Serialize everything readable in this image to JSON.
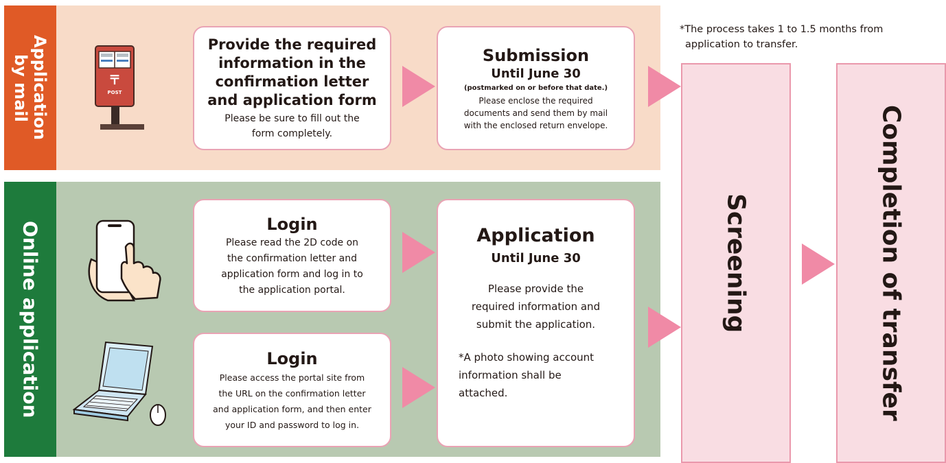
{
  "note": {
    "line1": "*The process takes 1 to 1.5 months from",
    "line2": "application to transfer."
  },
  "mail": {
    "label_line1": "Application",
    "label_line2": "by mail",
    "step1": {
      "title_line1": "Provide the required",
      "title_line2": "information in the",
      "title_line3": "confirmation letter",
      "title_line4": "and application form",
      "body_line1": "Please be sure to fill out the",
      "body_line2": "form completely."
    },
    "step2": {
      "title": "Submission",
      "deadline": "Until June 30",
      "note": "(postmarked on or before that date.)",
      "body_line1": "Please enclose the required",
      "body_line2": "documents and send them by mail",
      "body_line3": "with the enclosed return envelope."
    }
  },
  "online": {
    "label": "Online application",
    "login_phone": {
      "title": "Login",
      "body_line1": "Please read the 2D code on",
      "body_line2": "the confirmation letter and",
      "body_line3": "application form and log in to",
      "body_line4": "the application portal."
    },
    "login_pc": {
      "title": "Login",
      "body_line1": "Please access the portal site from",
      "body_line2": "the URL on the confirmation letter",
      "body_line3": "and application form, and then enter",
      "body_line4": "your ID and password to log in."
    },
    "application": {
      "title": "Application",
      "deadline": "Until June 30",
      "body_line1": "Please provide the",
      "body_line2": "required information and",
      "body_line3": "submit the application.",
      "note_line1": "*A photo showing account",
      "note_line2": "information shall be",
      "note_line3": "attached."
    }
  },
  "screening": {
    "label": "Screening"
  },
  "completion": {
    "label": "Completion of transfer"
  },
  "icons": {
    "mailbox": "mailbox-icon",
    "phone": "smartphone-hand-icon",
    "laptop": "laptop-icon"
  },
  "colors": {
    "mail_label": "#e05a26",
    "mail_band": "#f8dbc8",
    "online_label": "#1e7b3c",
    "online_band": "#b8c9b1",
    "arrow": "#f08aa6",
    "card_border": "#e9a3b4",
    "pillar": "#f9dde3"
  }
}
